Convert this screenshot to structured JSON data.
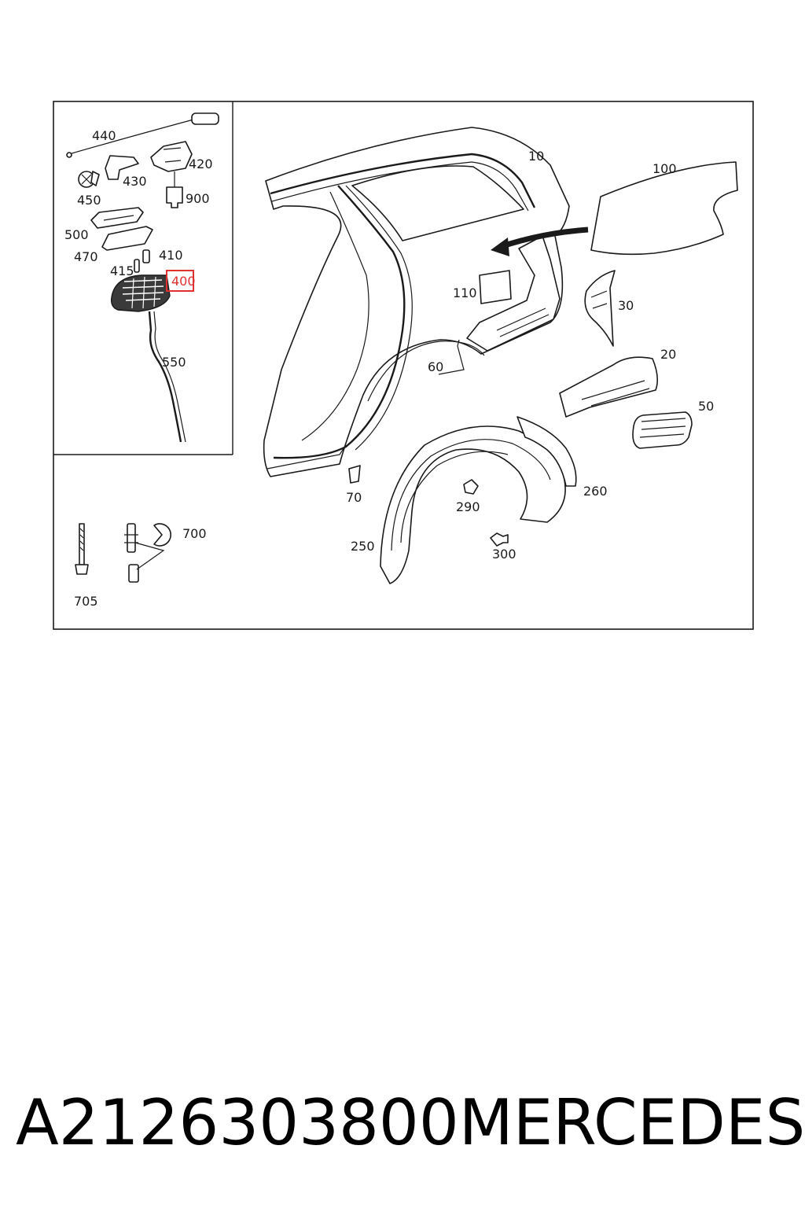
{
  "diagram": {
    "highlight_color": "#e03030",
    "highlighted_part": "400",
    "labels": {
      "p440": "440",
      "p420": "420",
      "p430": "430",
      "p450": "450",
      "p900": "900",
      "p500": "500",
      "p470": "470",
      "p410": "410",
      "p415": "415",
      "p400": "400",
      "p550": "550",
      "p705": "705",
      "p700": "700",
      "p10": "10",
      "p100": "100",
      "p110": "110",
      "p30": "30",
      "p20": "20",
      "p50": "50",
      "p60": "60",
      "p70": "70",
      "p250": "250",
      "p290": "290",
      "p300": "300",
      "p260": "260"
    }
  },
  "caption": {
    "part_number": "A2126303800",
    "brand": "MERCEDES"
  }
}
